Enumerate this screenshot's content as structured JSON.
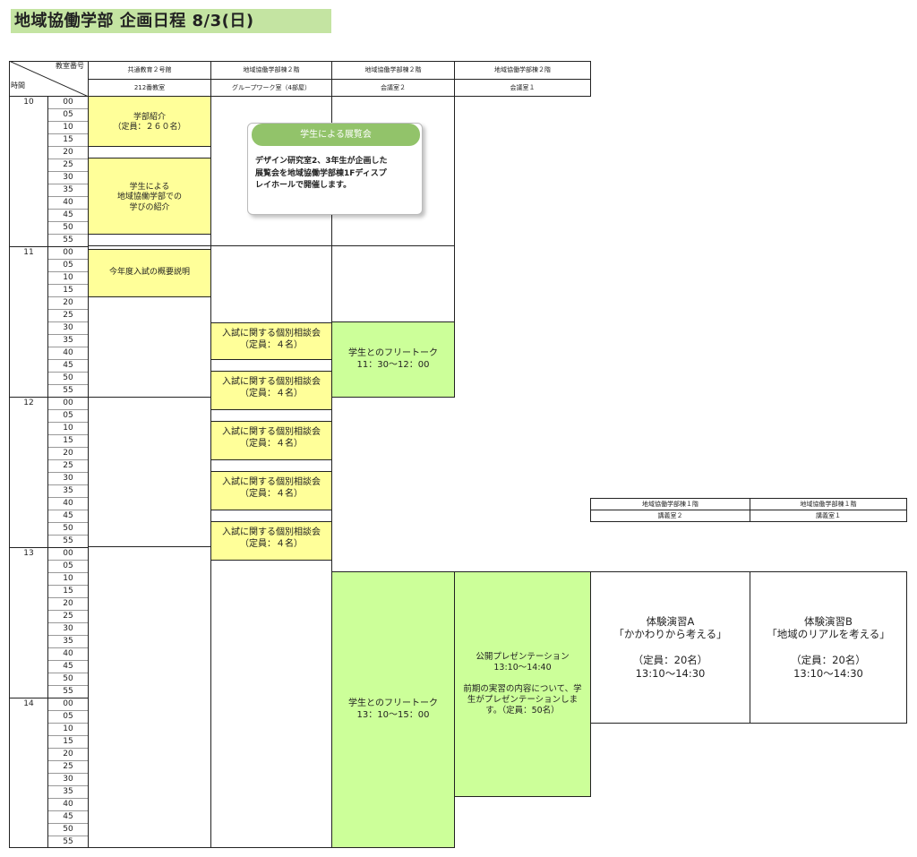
{
  "page": {
    "title": "地域協働学部 企画日程  8/3(日)"
  },
  "header": {
    "corner_top": "教室番号",
    "corner_bottom": "時間",
    "rooms": [
      {
        "building": "共通教育２号館",
        "room": "212番教室"
      },
      {
        "building": "地域協働学部棟２階",
        "room": "グループワーク室（4部屋）"
      },
      {
        "building": "地域協働学部棟２階",
        "room": "会議室２"
      },
      {
        "building": "地域協働学部棟２階",
        "room": "会議室１"
      }
    ],
    "rooms_extra": [
      {
        "building": "地域協働学部棟１階",
        "room": "講義室２"
      },
      {
        "building": "地域協働学部棟１階",
        "room": "講義室１"
      }
    ]
  },
  "hours": [
    "10",
    "11",
    "12",
    "13",
    "14"
  ],
  "minutes": [
    "00",
    "05",
    "10",
    "15",
    "20",
    "25",
    "30",
    "35",
    "40",
    "45",
    "50",
    "55"
  ],
  "events": {
    "gakubu_shokai": "学部紹介\n（定員：２６０名）",
    "manabi_shokai": "学生による\n地域協働学部での\n学びの紹介",
    "nyushi_gaiyo": "今年度入試の概要説明",
    "kobetsu_1": "入試に関する個別相談会\n（定員：４名）",
    "kobetsu_2": "入試に関する個別相談会\n（定員：４名）",
    "kobetsu_3": "入試に関する個別相談会\n（定員：４名）",
    "kobetsu_4": "入試に関する個別相談会\n（定員：４名）",
    "kobetsu_5": "入試に関する個別相談会\n（定員：４名）",
    "free_talk_1": "学生とのフリートーク\n11：30～12：00",
    "free_talk_2": "学生とのフリートーク\n13：10～15：00",
    "presentation": "公開プレゼンテーション\n13:10～14:40\n\n前期の実習の内容について、学\n生がプレゼンテーションしま\nす。（定員：50名）",
    "taiken_a": "体験演習A\n「かかわりから考える」\n\n（定員：20名）\n13:10～14:30",
    "taiken_b": "体験演習B\n「地域のリアルを考える」\n\n（定員：20名）\n13:10～14:30"
  },
  "callout": {
    "title": "学生による展覧会",
    "body": "デザイン研究室2、3年生が企画した\n展覧会を地域協働学部棟1Fディスプ\nレイホールで開催します。"
  },
  "colors": {
    "yellow": "#ffff99",
    "green": "#ccff99",
    "title_bg": "#c4e4a2",
    "callout_title": "#92c36a"
  }
}
